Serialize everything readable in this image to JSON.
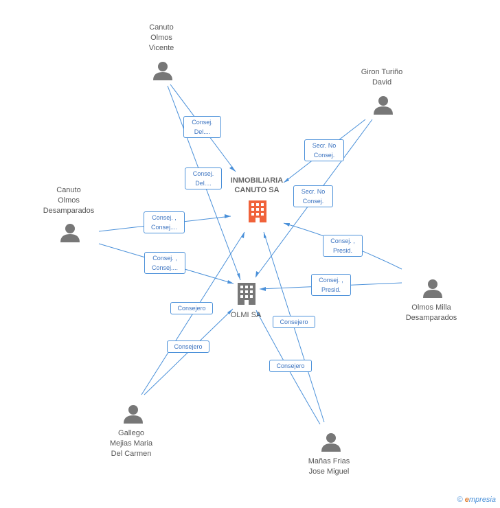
{
  "companies": {
    "inmobiliaria": {
      "label": "INMOBILIARIA\nCANUTO SA",
      "color": "#f0623a"
    },
    "olmi": {
      "label": "OLMI SA",
      "color": "#777777"
    }
  },
  "persons": {
    "canuto_vicente": "Canuto\nOlmos\nVicente",
    "giron": "Giron Turiño\nDavid",
    "canuto_desamparados": "Canuto\nOlmos\nDesamparados",
    "olmos_milla": "Olmos Milla\nDesamparados",
    "gallego": "Gallego\nMejias Maria\nDel Carmen",
    "manas": "Mañas Frias\nJose Miguel"
  },
  "edge_labels": {
    "e1": "Consej.\nDel....",
    "e2": "Consej.\nDel....",
    "e3": "Secr.  No\nConsej.",
    "e4": "Secr.  No\nConsej.",
    "e5": "Consej. ,\nConsej....",
    "e6": "Consej. ,\nConsej....",
    "e7": "Consej. ,\nPresid.",
    "e8": "Consej. ,\nPresid.",
    "e9": "Consejero",
    "e10": "Consejero",
    "e11": "Consejero",
    "e12": "Consejero"
  },
  "footer": {
    "copyright": "©",
    "brand_first": "e",
    "brand_rest": "mpresia"
  },
  "colors": {
    "edge": "#4a90d9",
    "person": "#777777"
  }
}
